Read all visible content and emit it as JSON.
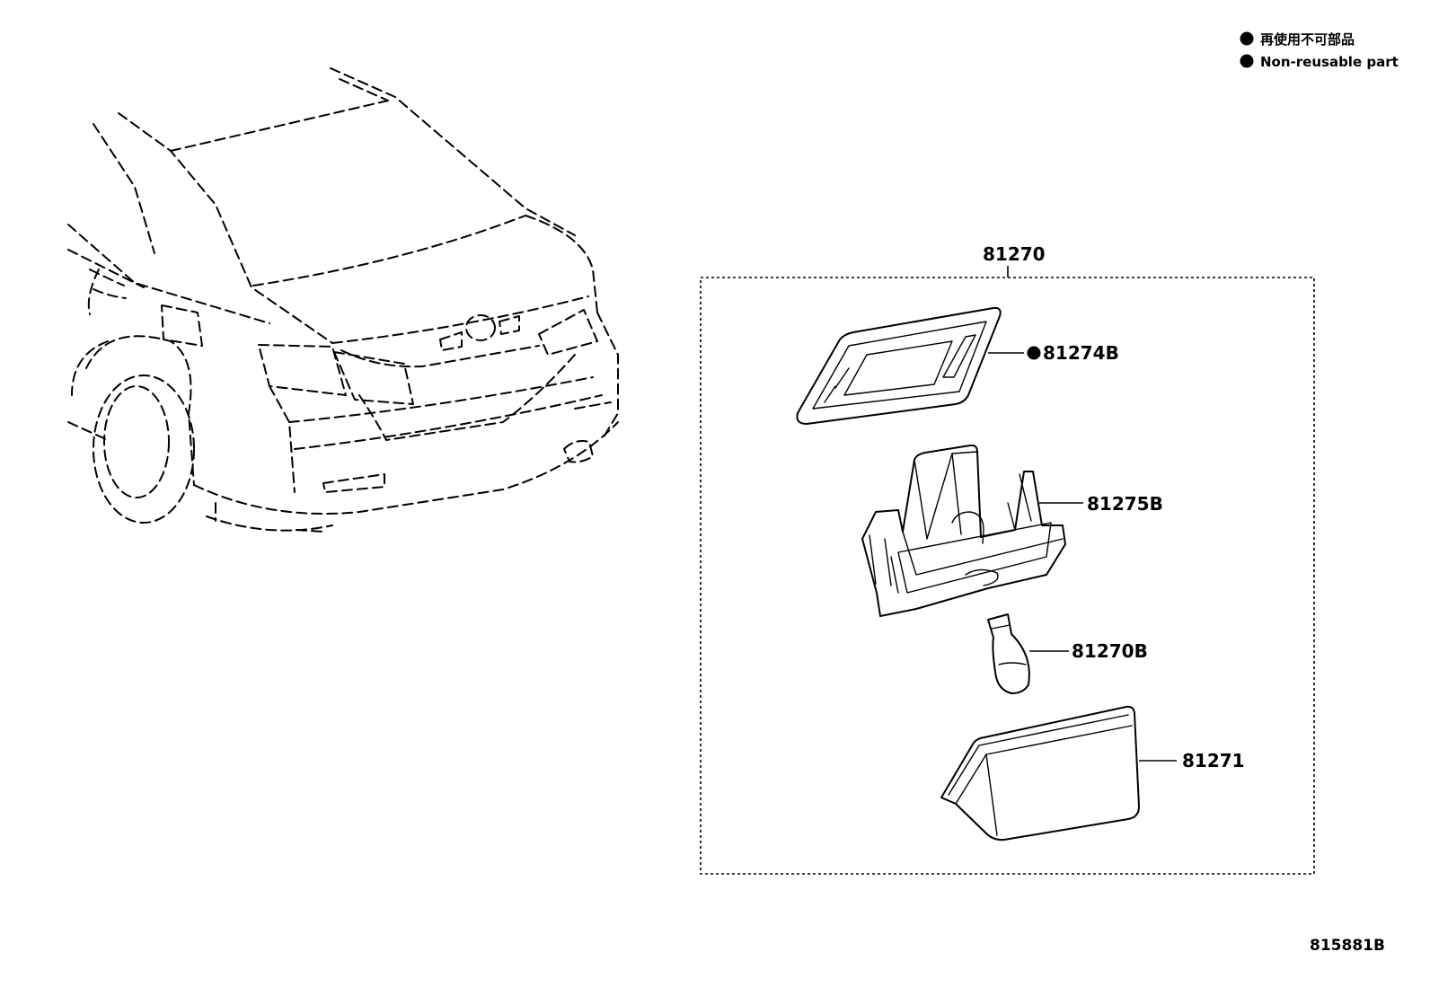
{
  "legend": {
    "items": [
      {
        "text": "再使用不可部品"
      },
      {
        "text": "Non-reusable part"
      }
    ]
  },
  "assembly": {
    "part_number": "81270"
  },
  "callouts": [
    {
      "id": "81274B",
      "label": "81274B",
      "non_reusable": true
    },
    {
      "id": "81275B",
      "label": "81275B",
      "non_reusable": false
    },
    {
      "id": "81270B",
      "label": "81270B",
      "non_reusable": false
    },
    {
      "id": "81271",
      "label": "81271",
      "non_reusable": false
    }
  ],
  "figure_id": "815881B"
}
